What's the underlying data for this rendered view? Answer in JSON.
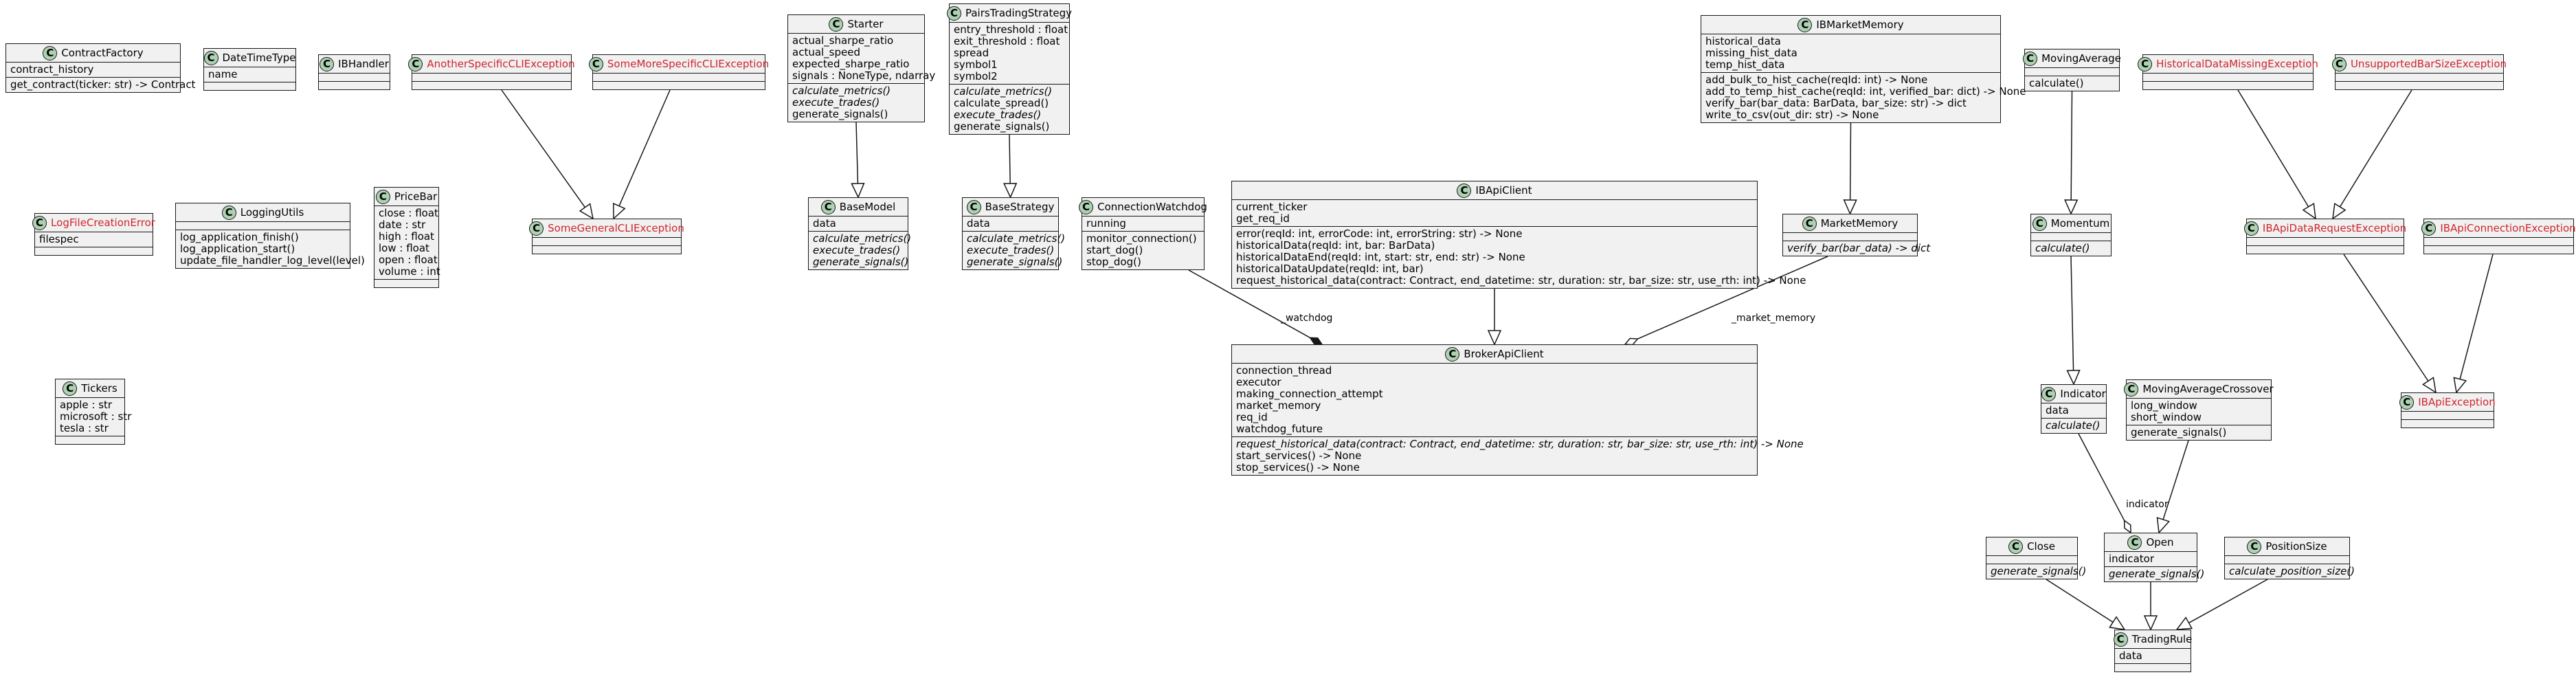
{
  "diagram": {
    "classes": [
      {
        "id": "contract-factory",
        "name": "ContractFactory",
        "kind": "class",
        "fields": [
          "contract_history"
        ],
        "methods": [
          "get_contract(ticker: str) -> Contract"
        ]
      },
      {
        "id": "date-time-type",
        "name": "DateTimeType",
        "kind": "class",
        "fields": [
          "name"
        ],
        "methods": []
      },
      {
        "id": "ib-handler",
        "name": "IBHandler",
        "kind": "class",
        "fields": [],
        "methods": []
      },
      {
        "id": "another-specific-cli-exception",
        "name": "AnotherSpecificCLIException",
        "kind": "exception",
        "fields": [],
        "methods": []
      },
      {
        "id": "some-more-specific-cli-exception",
        "name": "SomeMoreSpecificCLIException",
        "kind": "exception",
        "fields": [],
        "methods": []
      },
      {
        "id": "some-general-cli-exception",
        "name": "SomeGeneralCLIException",
        "kind": "exception",
        "fields": [],
        "methods": []
      },
      {
        "id": "log-file-creation-error",
        "name": "LogFileCreationError",
        "kind": "exception",
        "fields": [
          "filespec"
        ],
        "methods": []
      },
      {
        "id": "logging-utils",
        "name": "LoggingUtils",
        "kind": "class",
        "fields": [],
        "methods": [
          "log_application_finish()",
          "log_application_start()",
          "update_file_handler_log_level(level)"
        ]
      },
      {
        "id": "price-bar",
        "name": "PriceBar",
        "kind": "class",
        "fields": [
          "close : float",
          "date : str",
          "high : float",
          "low : float",
          "open : float",
          "volume : int"
        ],
        "methods": []
      },
      {
        "id": "tickers",
        "name": "Tickers",
        "kind": "class",
        "fields": [
          "apple : str",
          "microsoft : str",
          "tesla : str"
        ],
        "methods": []
      },
      {
        "id": "starter",
        "name": "Starter",
        "kind": "class",
        "fields": [
          "actual_sharpe_ratio",
          "actual_speed",
          "expected_sharpe_ratio",
          "signals : NoneType, ndarray"
        ],
        "methods": [
          "calculate_metrics()",
          "execute_trades()",
          "generate_signals()"
        ],
        "abstract_methods": [
          0,
          1
        ]
      },
      {
        "id": "base-model",
        "name": "BaseModel",
        "kind": "class",
        "fields": [
          "data"
        ],
        "methods": [
          "calculate_metrics()",
          "execute_trades()",
          "generate_signals()"
        ],
        "abstract_methods": [
          0,
          1,
          2
        ]
      },
      {
        "id": "pairs-trading-strategy",
        "name": "PairsTradingStrategy",
        "kind": "class",
        "fields": [
          "entry_threshold : float",
          "exit_threshold : float",
          "spread",
          "symbol1",
          "symbol2"
        ],
        "methods": [
          "calculate_metrics()",
          "calculate_spread()",
          "execute_trades()",
          "generate_signals()"
        ],
        "abstract_methods": [
          0,
          2
        ]
      },
      {
        "id": "base-strategy",
        "name": "BaseStrategy",
        "kind": "class",
        "fields": [
          "data"
        ],
        "methods": [
          "calculate_metrics()",
          "execute_trades()",
          "generate_signals()"
        ],
        "abstract_methods": [
          0,
          1,
          2
        ]
      },
      {
        "id": "connection-watchdog",
        "name": "ConnectionWatchdog",
        "kind": "class",
        "fields": [
          "running"
        ],
        "methods": [
          "monitor_connection()",
          "start_dog()",
          "stop_dog()"
        ]
      },
      {
        "id": "ib-api-client",
        "name": "IBApiClient",
        "kind": "class",
        "fields": [
          "current_ticker",
          "get_req_id"
        ],
        "methods": [
          "error(reqId: int, errorCode: int, errorString: str) -> None",
          "historicalData(reqId: int, bar: BarData)",
          "historicalDataEnd(reqId: int, start: str, end: str) -> None",
          "historicalDataUpdate(reqId: int, bar)",
          "request_historical_data(contract: Contract, end_datetime: str, duration: str, bar_size: str, use_rth: int) -> None"
        ]
      },
      {
        "id": "ib-market-memory",
        "name": "IBMarketMemory",
        "kind": "class",
        "fields": [
          "historical_data",
          "missing_hist_data",
          "temp_hist_data"
        ],
        "methods": [
          "add_bulk_to_hist_cache(reqId: int) -> None",
          "add_to_temp_hist_cache(reqId: int, verified_bar: dict) -> None",
          "verify_bar(bar_data: BarData, bar_size: str) -> dict",
          "write_to_csv(out_dir: str) -> None"
        ]
      },
      {
        "id": "market-memory",
        "name": "MarketMemory",
        "kind": "class",
        "fields": [],
        "methods": [
          "verify_bar(bar_data) -> dict"
        ],
        "abstract_methods": [
          0
        ]
      },
      {
        "id": "broker-api-client",
        "name": "BrokerApiClient",
        "kind": "class",
        "fields": [
          "connection_thread",
          "executor",
          "making_connection_attempt",
          "market_memory",
          "req_id",
          "watchdog_future"
        ],
        "methods": [
          "request_historical_data(contract: Contract, end_datetime: str, duration: str, bar_size: str, use_rth: int) -> None",
          "start_services() -> None",
          "stop_services() -> None"
        ],
        "abstract_methods": [
          0
        ]
      },
      {
        "id": "moving-average",
        "name": "MovingAverage",
        "kind": "class",
        "fields": [],
        "methods": [
          "calculate()"
        ]
      },
      {
        "id": "momentum",
        "name": "Momentum",
        "kind": "class",
        "fields": [],
        "methods": [
          "calculate()"
        ],
        "abstract_methods": [
          0
        ]
      },
      {
        "id": "indicator",
        "name": "Indicator",
        "kind": "class",
        "fields": [
          "data"
        ],
        "methods": [
          "calculate()"
        ],
        "abstract_methods": [
          0
        ]
      },
      {
        "id": "moving-average-crossover",
        "name": "MovingAverageCrossover",
        "kind": "class",
        "fields": [
          "long_window",
          "short_window"
        ],
        "methods": [
          "generate_signals()"
        ]
      },
      {
        "id": "close",
        "name": "Close",
        "kind": "class",
        "fields": [],
        "methods": [
          "generate_signals()"
        ],
        "abstract_methods": [
          0
        ]
      },
      {
        "id": "open",
        "name": "Open",
        "kind": "class",
        "fields": [
          "indicator"
        ],
        "methods": [
          "generate_signals()"
        ],
        "abstract_methods": [
          0
        ]
      },
      {
        "id": "position-size",
        "name": "PositionSize",
        "kind": "class",
        "fields": [],
        "methods": [
          "calculate_position_size()"
        ],
        "abstract_methods": [
          0
        ]
      },
      {
        "id": "trading-rule",
        "name": "TradingRule",
        "kind": "class",
        "fields": [
          "data"
        ],
        "methods": []
      },
      {
        "id": "historical-data-missing-exception",
        "name": "HistoricalDataMissingException",
        "kind": "exception",
        "fields": [],
        "methods": []
      },
      {
        "id": "unsupported-bar-size-exception",
        "name": "UnsupportedBarSizeException",
        "kind": "exception",
        "fields": [],
        "methods": []
      },
      {
        "id": "ib-api-data-request-exception",
        "name": "IBApiDataRequestException",
        "kind": "exception",
        "fields": [],
        "methods": []
      },
      {
        "id": "ib-api-connection-exception",
        "name": "IBApiConnectionException",
        "kind": "exception",
        "fields": [],
        "methods": []
      },
      {
        "id": "ib-api-exception",
        "name": "IBApiException",
        "kind": "exception",
        "fields": [],
        "methods": []
      }
    ],
    "relations": [
      {
        "from": "another-specific-cli-exception",
        "to": "some-general-cli-exception",
        "type": "inheritance",
        "label": ""
      },
      {
        "from": "some-more-specific-cli-exception",
        "to": "some-general-cli-exception",
        "type": "inheritance",
        "label": ""
      },
      {
        "from": "starter",
        "to": "base-model",
        "type": "inheritance",
        "label": ""
      },
      {
        "from": "pairs-trading-strategy",
        "to": "base-strategy",
        "type": "inheritance",
        "label": ""
      },
      {
        "from": "connection-watchdog",
        "to": "broker-api-client",
        "type": "composition",
        "label": "_watchdog"
      },
      {
        "from": "ib-api-client",
        "to": "broker-api-client",
        "type": "inheritance",
        "label": ""
      },
      {
        "from": "ib-market-memory",
        "to": "market-memory",
        "type": "inheritance",
        "label": ""
      },
      {
        "from": "market-memory",
        "to": "broker-api-client",
        "type": "aggregation",
        "label": "_market_memory"
      },
      {
        "from": "moving-average",
        "to": "momentum",
        "type": "inheritance",
        "label": ""
      },
      {
        "from": "momentum",
        "to": "indicator",
        "type": "inheritance",
        "label": ""
      },
      {
        "from": "indicator",
        "to": "open",
        "type": "aggregation",
        "label": "indicator"
      },
      {
        "from": "moving-average-crossover",
        "to": "open",
        "type": "inheritance",
        "label": ""
      },
      {
        "from": "close",
        "to": "trading-rule",
        "type": "inheritance",
        "label": ""
      },
      {
        "from": "open",
        "to": "trading-rule",
        "type": "inheritance",
        "label": ""
      },
      {
        "from": "position-size",
        "to": "trading-rule",
        "type": "inheritance",
        "label": ""
      },
      {
        "from": "historical-data-missing-exception",
        "to": "ib-api-data-request-exception",
        "type": "inheritance",
        "label": ""
      },
      {
        "from": "unsupported-bar-size-exception",
        "to": "ib-api-data-request-exception",
        "type": "inheritance",
        "label": ""
      },
      {
        "from": "ib-api-data-request-exception",
        "to": "ib-api-exception",
        "type": "inheritance",
        "label": ""
      },
      {
        "from": "ib-api-connection-exception",
        "to": "ib-api-exception",
        "type": "inheritance",
        "label": ""
      }
    ],
    "colors": {
      "box_fill": "#f1f1f1",
      "border": "#181818",
      "class_circle": "#add1b2",
      "exception_name": "#d0252c",
      "edge": "#181818"
    }
  }
}
